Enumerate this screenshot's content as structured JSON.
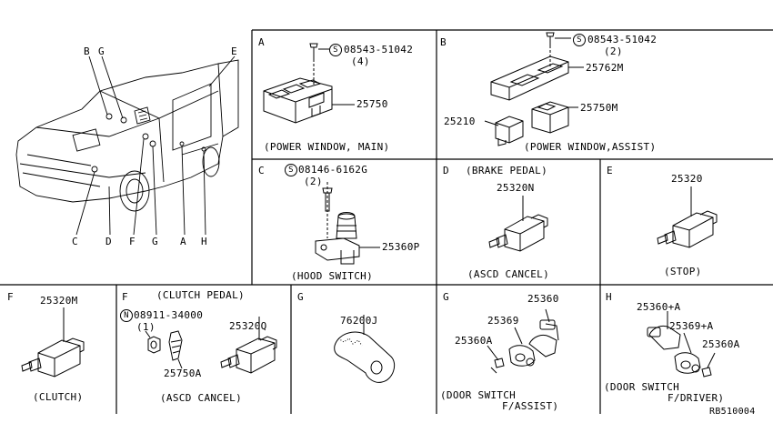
{
  "overview": {
    "callouts": [
      "B",
      "G",
      "E",
      "C",
      "D",
      "F",
      "G",
      "A",
      "H"
    ]
  },
  "panels": {
    "A": {
      "letter": "A",
      "fastener_symbol": "S",
      "fastener_code": "08543-51042",
      "fastener_qty": "(4)",
      "part": "25750",
      "caption": "(POWER WINDOW, MAIN)"
    },
    "B": {
      "letter": "B",
      "fastener_symbol": "S",
      "fastener_code": "08543-51042",
      "fastener_qty": "(2)",
      "part_cover": "25762M",
      "part_switch": "25750M",
      "part_left": "25210",
      "caption": "(POWER WINDOW,ASSIST)"
    },
    "C": {
      "letter": "C",
      "fastener_symbol": "S",
      "fastener_code": "08146-6162G",
      "fastener_qty": "(2)",
      "part": "25360P",
      "caption": "(HOOD SWITCH)"
    },
    "D": {
      "letter": "D",
      "heading": "(BRAKE PEDAL)",
      "part": "25320N",
      "caption": "(ASCD CANCEL)"
    },
    "E": {
      "letter": "E",
      "part": "25320",
      "caption": "(STOP)"
    },
    "F1": {
      "letter": "F",
      "part": "25320M",
      "caption": "(CLUTCH)"
    },
    "F2": {
      "letter": "F",
      "heading": "(CLUTCH PEDAL)",
      "fastener_symbol": "N",
      "fastener_code": "08911-34000",
      "fastener_qty": "(1)",
      "part_bolt": "25750A",
      "part_switch": "25320Q",
      "caption": "(ASCD CANCEL)"
    },
    "G1": {
      "letter": "G",
      "part": "76200J"
    },
    "G2": {
      "letter": "G",
      "part_a": "25360",
      "part_b": "25369",
      "part_c": "25360A",
      "caption_1": "(DOOR SWITCH",
      "caption_2": "F/ASSIST)"
    },
    "H": {
      "letter": "H",
      "part_a": "25360+A",
      "part_b": "25369+A",
      "part_c": "25360A",
      "caption_1": "(DOOR SWITCH",
      "caption_2": "F/DRIVER)"
    }
  },
  "reference": "RB510004"
}
